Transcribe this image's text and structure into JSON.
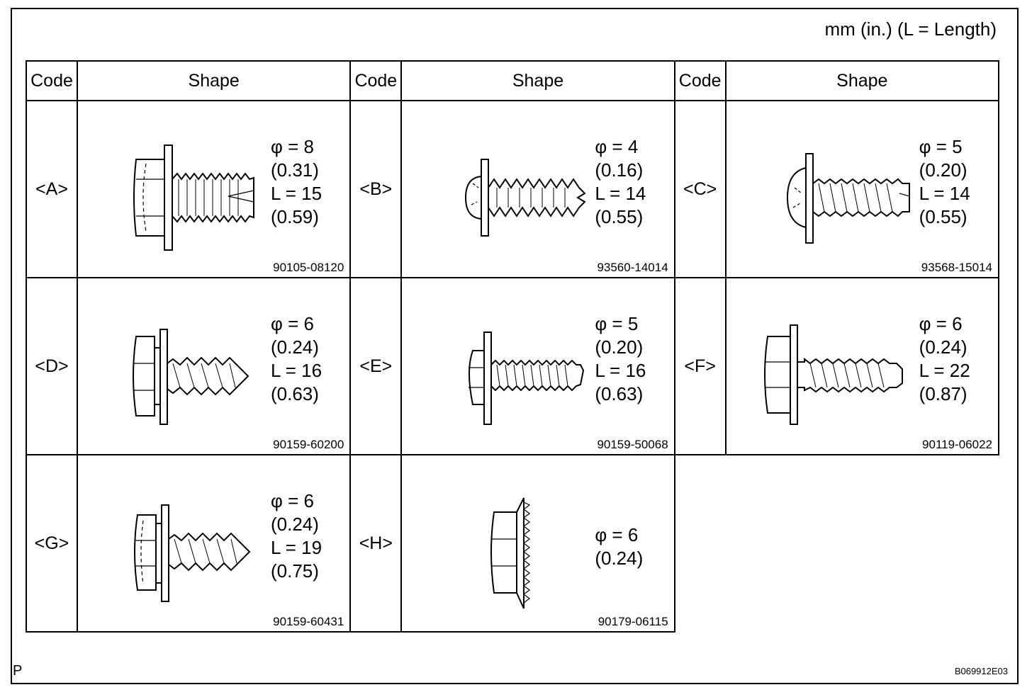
{
  "units_note": "mm (in.) (L = Length)",
  "headers": {
    "code": "Code",
    "shape": "Shape"
  },
  "items": [
    {
      "code": "<A>",
      "dims": [
        "φ = 8",
        "(0.31)",
        "L = 15",
        "(0.59)"
      ],
      "part": "90105-08120",
      "icon": "flange-bolt-icon"
    },
    {
      "code": "<B>",
      "dims": [
        "φ = 4",
        "(0.16)",
        "L = 14",
        "(0.55)"
      ],
      "part": "93560-14014",
      "icon": "pan-head-tapping-screw-icon"
    },
    {
      "code": "<C>",
      "dims": [
        "φ = 5",
        "(0.20)",
        "L = 14",
        "(0.55)"
      ],
      "part": "93568-15014",
      "icon": "pan-head-screw-icon"
    },
    {
      "code": "<D>",
      "dims": [
        "φ = 6",
        "(0.24)",
        "L = 16",
        "(0.63)"
      ],
      "part": "90159-60200",
      "icon": "hex-tapping-screw-icon"
    },
    {
      "code": "<E>",
      "dims": [
        "φ = 5",
        "(0.20)",
        "L = 16",
        "(0.63)"
      ],
      "part": "90159-50068",
      "icon": "washer-head-screw-icon"
    },
    {
      "code": "<F>",
      "dims": [
        "φ = 6",
        "(0.24)",
        "L = 22",
        "(0.87)"
      ],
      "part": "90119-06022",
      "icon": "hex-bolt-icon"
    },
    {
      "code": "<G>",
      "dims": [
        "φ = 6",
        "(0.24)",
        "L = 19",
        "(0.75)"
      ],
      "part": "90159-60431",
      "icon": "hex-washer-tapping-screw-icon"
    },
    {
      "code": "<H>",
      "dims": [
        "φ = 6",
        "(0.24)"
      ],
      "part": "90179-06115",
      "icon": "serrated-flange-nut-icon"
    }
  ],
  "page_mark": "P",
  "figure_id": "B069912E03"
}
